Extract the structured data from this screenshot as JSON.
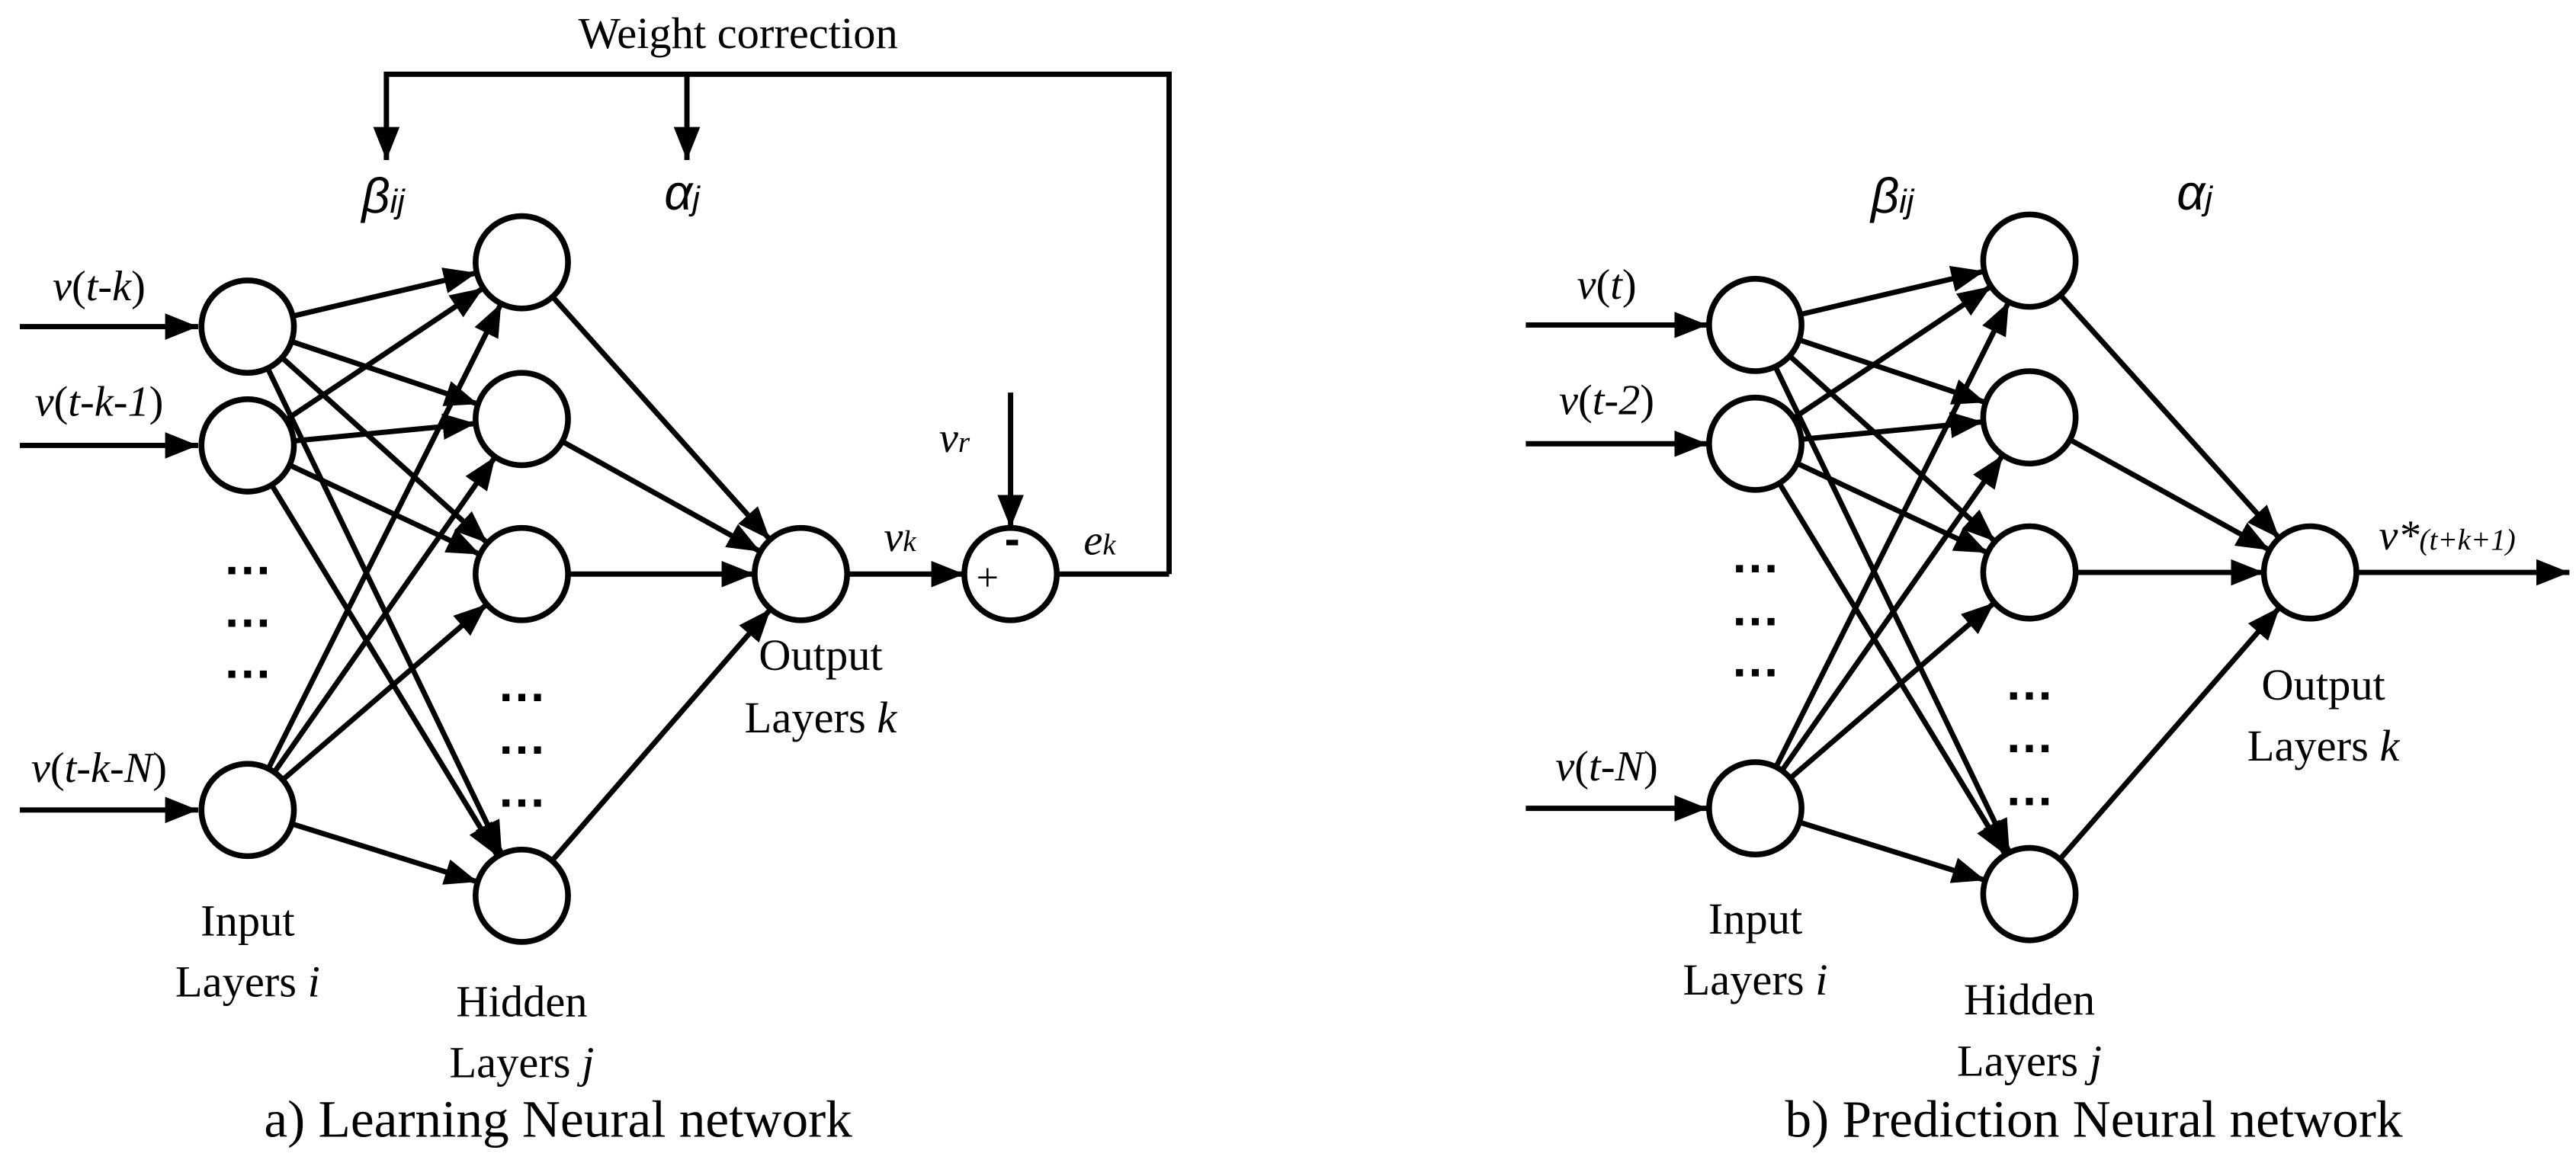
{
  "left": {
    "caption": "a) Learning Neural network",
    "feedback_label": "Weight correction",
    "beta_label": {
      "sym": "β",
      "sub": "ij"
    },
    "alpha_label": {
      "sym": "α",
      "sub": "j"
    },
    "inputs": [
      {
        "v": "v",
        "open": "(",
        "arg": "t-k",
        "close": ")"
      },
      {
        "v": "v",
        "open": "(",
        "arg": "t-k-1",
        "close": ")"
      },
      {
        "v": "v",
        "open": "(",
        "arg": "t-k-N",
        "close": ")"
      }
    ],
    "input_layer_label": {
      "line1": "Input",
      "line2": "Layers ",
      "var": "i"
    },
    "hidden_layer_label": {
      "line1": "Hidden",
      "line2": "Layers ",
      "var": "j"
    },
    "output_layer_label": {
      "line1": "Output",
      "line2": "Layers ",
      "var": "k"
    },
    "output_signal": {
      "sym": "v",
      "sub": "k"
    },
    "reference_signal": {
      "sym": "v",
      "sub": "r"
    },
    "error_signal": {
      "sym": "e",
      "sub": "k"
    },
    "sum_plus": "+",
    "sum_minus": "-"
  },
  "right": {
    "caption": "b) Prediction Neural network",
    "beta_label": {
      "sym": "β",
      "sub": "ij"
    },
    "alpha_label": {
      "sym": "α",
      "sub": "j"
    },
    "inputs": [
      {
        "v": "v",
        "open": "(",
        "arg": "t",
        "close": ")"
      },
      {
        "v": "v",
        "open": "(",
        "arg": "t-2",
        "close": ")"
      },
      {
        "v": "v",
        "open": "(",
        "arg": "t-N",
        "close": ")"
      }
    ],
    "input_layer_label": {
      "line1": "Input",
      "line2": "Layers ",
      "var": "i"
    },
    "hidden_layer_label": {
      "line1": "Hidden",
      "line2": "Layers ",
      "var": "j"
    },
    "output_layer_label": {
      "line1": "Output",
      "line2": "Layers ",
      "var": "k"
    },
    "output_signal": {
      "sym": "v*",
      "sub": "(t+k+1)"
    }
  },
  "ellipsis": "…"
}
